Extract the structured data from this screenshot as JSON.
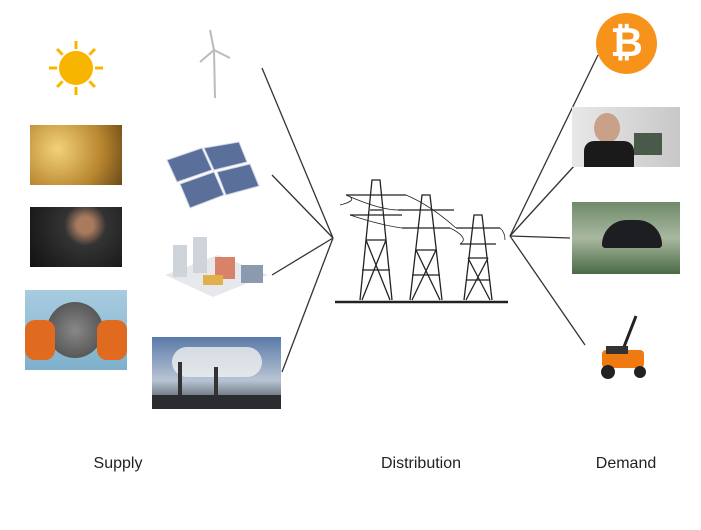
{
  "labels": {
    "supply": "Supply",
    "distribution": "Distribution",
    "demand": "Demand"
  },
  "supply_items": [
    "sun",
    "wind-turbine",
    "gold-ore",
    "solar-panels",
    "coal",
    "power-plant",
    "uranium-disc",
    "smokestacks"
  ],
  "demand_items": [
    "bitcoin",
    "person-with-chip",
    "umbrella-in-rain",
    "lawn-mower"
  ],
  "bitcoin_symbol": "₿",
  "colors": {
    "line": "#333333",
    "sun": "#f7b500",
    "bitcoin": "#f7931a",
    "mower": "#f07a10"
  }
}
